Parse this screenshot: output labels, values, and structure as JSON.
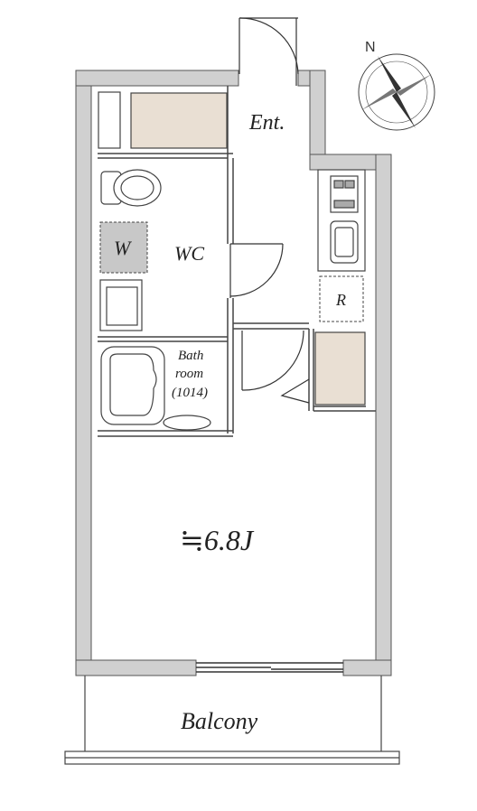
{
  "rooms": {
    "entrance": "Ent.",
    "wc": "WC",
    "washer": "W",
    "bath_line1": "Bath",
    "bath_line2": "room",
    "bath_line3": "(1014)",
    "fridge": "R",
    "main_room": "≒6.8J",
    "balcony": "Balcony"
  },
  "compass": {
    "north": "N"
  },
  "colors": {
    "wall": "#d0d0d0",
    "wall_stroke": "#555555",
    "storage": "#e9dfd3",
    "washer_fill": "#c8c8c8"
  }
}
